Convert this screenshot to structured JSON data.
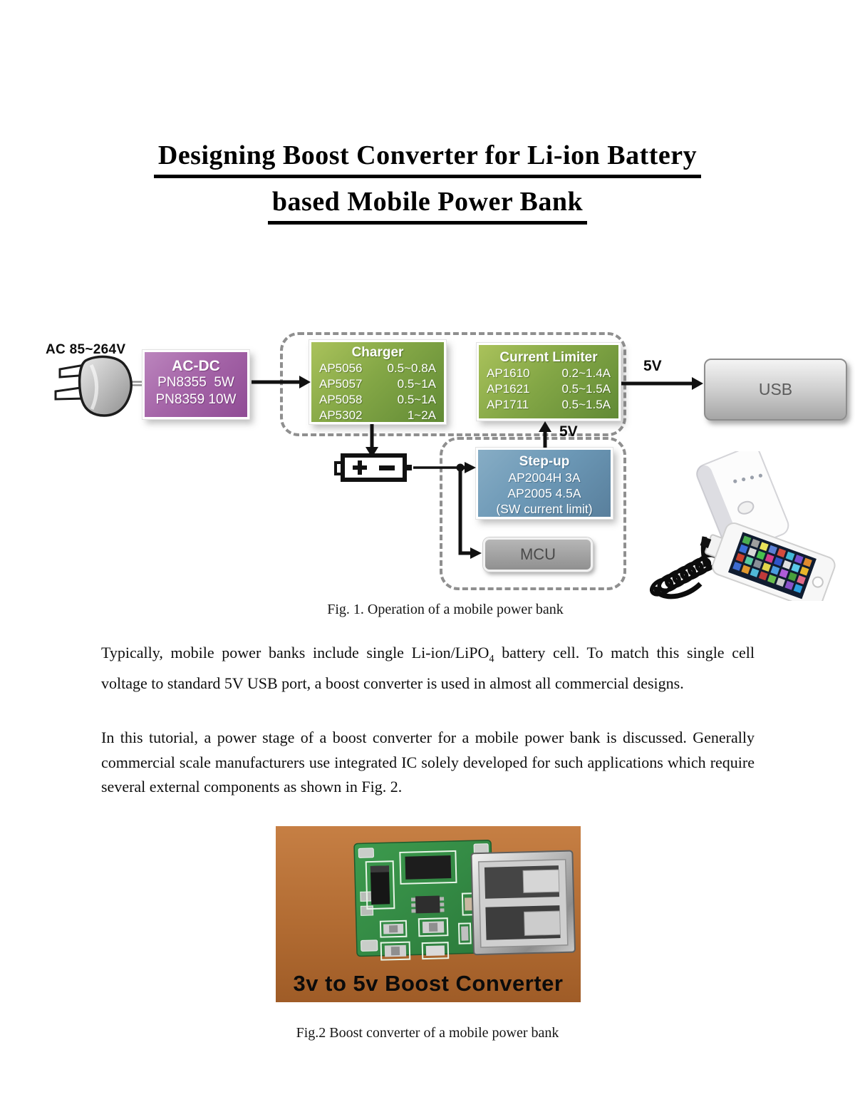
{
  "document": {
    "title_line1": "Designing Boost Converter for Li-ion Battery",
    "title_line2": "based Mobile Power Bank",
    "paragraph1": {
      "before_sub": "Typically, mobile power banks include single Li-ion/LiPO",
      "sub": "4",
      "after_sub": " battery cell. To match this single cell voltage to standard 5V USB port, a boost converter is used in almost all commercial designs."
    },
    "paragraph2": "In this tutorial, a power stage of a boost converter for a mobile power bank is discussed. Generally commercial scale manufacturers use integrated IC solely developed for such applications which require several external components as shown in Fig. 2."
  },
  "fig1": {
    "caption": "Fig. 1. Operation of a mobile power bank",
    "ac_input_label": "AC 85~264V",
    "acdc_box": {
      "title": "AC-DC",
      "line1": "PN8355  5W",
      "line2": "PN8359 10W"
    },
    "charger_box": {
      "title": "Charger",
      "rows": [
        [
          "AP5056",
          "0.5~0.8A"
        ],
        [
          "AP5057",
          "0.5~1A"
        ],
        [
          "AP5058",
          "0.5~1A"
        ],
        [
          "AP5302",
          "1~2A"
        ]
      ]
    },
    "current_limiter_box": {
      "title": "Current Limiter",
      "rows": [
        [
          "AP1610",
          "0.2~1.4A"
        ],
        [
          "AP1621",
          "0.5~1.5A"
        ],
        [
          "AP1711",
          "0.5~1.5A"
        ]
      ]
    },
    "stepup_box": {
      "title": "Step-up",
      "line1": "AP2004H 3A",
      "line2": "AP2005 4.5A",
      "line3": "(SW current limit)"
    },
    "mcu_box_label": "MCU",
    "usb_box_label": "USB",
    "label_5v_usb": "5V",
    "label_5v_stepup": "5V"
  },
  "fig2": {
    "caption": "Fig.2 Boost converter of a mobile power bank",
    "photo_text": "3v to 5v Boost Converter"
  },
  "colors": {
    "acdc_purple": "#a565a8",
    "charger_green": "#7ba341",
    "stepup_blue": "#6b97b5",
    "usb_gray": "#c9c9c9",
    "mcu_gray": "#9d9d9d",
    "arrow_black": "#111111",
    "pcb_green": "#35823f",
    "photo_background_brown": "#b06a31"
  }
}
